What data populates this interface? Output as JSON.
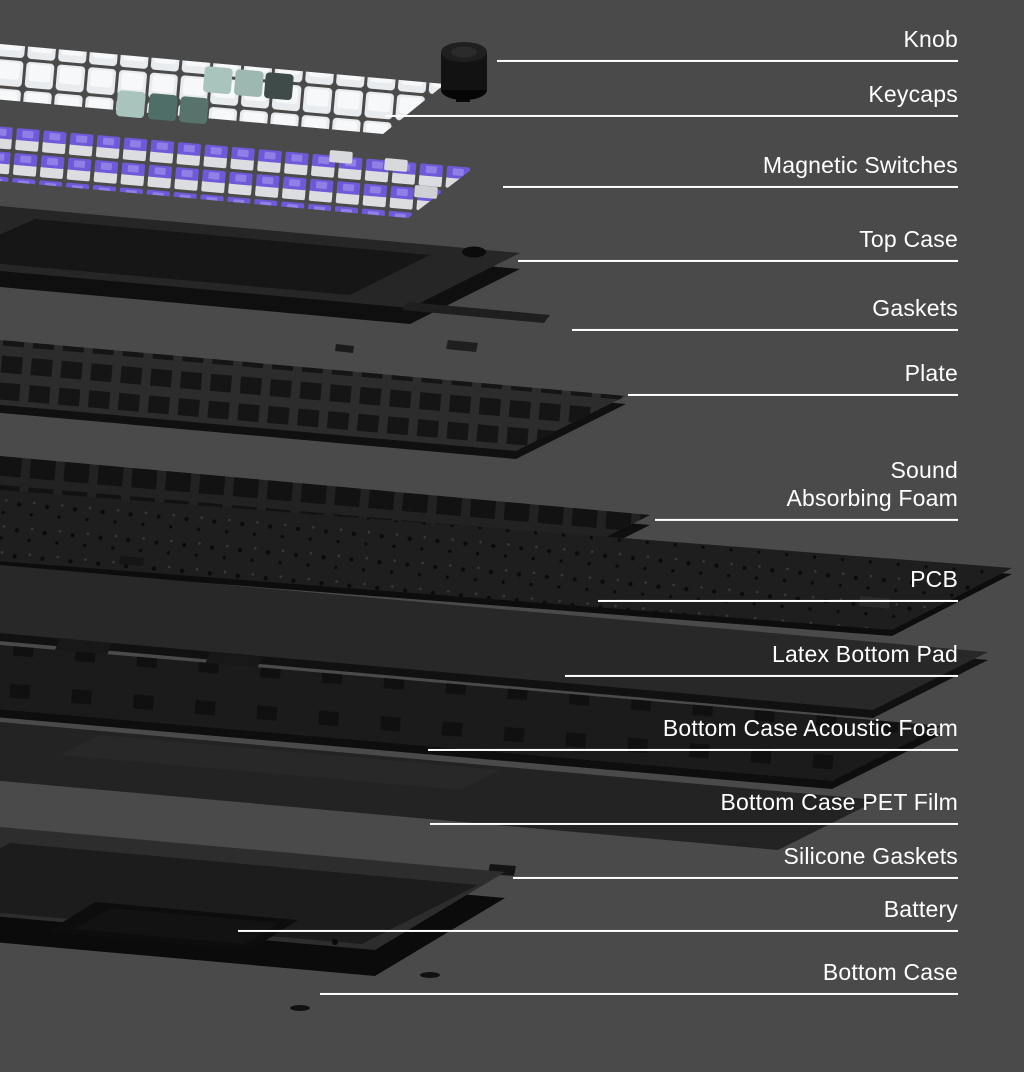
{
  "page": {
    "background": "#4a4a4a",
    "text_color": "#ffffff",
    "leader_line_color": "#ffffff"
  },
  "diagram": {
    "type": "exploded-view",
    "subject": "Mechanical keyboard exploded layer diagram",
    "labels": [
      {
        "label": "Knob"
      },
      {
        "label": "Keycaps"
      },
      {
        "label": "Magnetic Switches"
      },
      {
        "label": "Top Case"
      },
      {
        "label": "Gaskets"
      },
      {
        "label": "Plate"
      },
      {
        "label": "Sound Absorbing Foam",
        "line1": "Sound",
        "line2": "Absorbing Foam"
      },
      {
        "label": "PCB"
      },
      {
        "label": "Latex Bottom Pad"
      },
      {
        "label": "Bottom Case Acoustic Foam"
      },
      {
        "label": "Bottom Case PET Film"
      },
      {
        "label": "Silicone Gaskets"
      },
      {
        "label": "Battery"
      },
      {
        "label": "Bottom Case"
      }
    ],
    "colors": {
      "keycap_white": "#e9ecef",
      "keycap_mint": "#a9c4bc",
      "keycap_teal": "#57736c",
      "switch_purple": "#6e59d8",
      "switch_housing": "#dcdde0",
      "case_dark": "#262626"
    }
  }
}
